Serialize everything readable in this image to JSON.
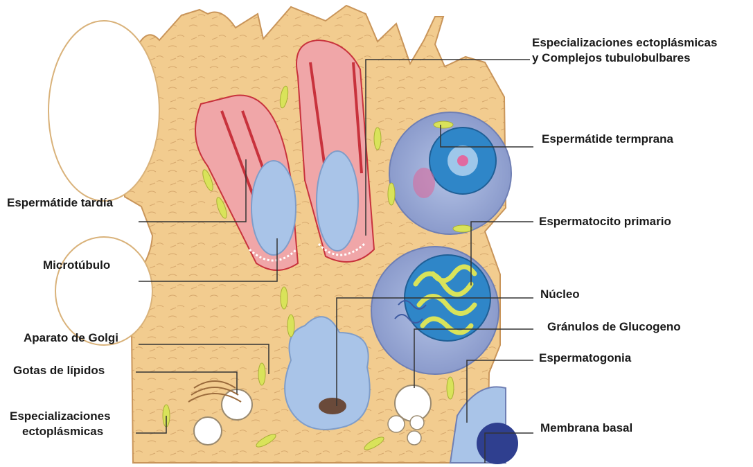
{
  "labels": {
    "especializaciones_complejos": [
      "Especializaciones ectoplásmicas",
      "y Complejos tubulobulbares"
    ],
    "espermatide_temprana": "Espermátide termprana",
    "espermatide_tardia": "Espermátide tardía",
    "espermatocito_primario": "Espermatocito primario",
    "microtubulo": "Microtúbulo",
    "nucleo": "Núcleo",
    "granulos_glucogeno": "Gránulos de Glucogeno",
    "aparato_golgi": "Aparato de Golgi",
    "espermatogonia": "Espermatogonia",
    "gotas_lipidos": "Gotas de lípidos",
    "especializaciones_ectoplasmicas": [
      "Especializaciones",
      "ectoplásmicas"
    ],
    "membrana_basal": "Membrana basal"
  },
  "colors": {
    "sertoli_cytoplasm": "#f2cc8f",
    "sertoli_outline": "#c9955a",
    "spermatid_pink": "#f0a6a8",
    "spermatid_red": "#c8323c",
    "nucleus_blue": "#a9c4e8",
    "nucleus_dark_blue": "#2f86c8",
    "granule_yellow": "#d9e35a",
    "leader_line": "#333333"
  }
}
